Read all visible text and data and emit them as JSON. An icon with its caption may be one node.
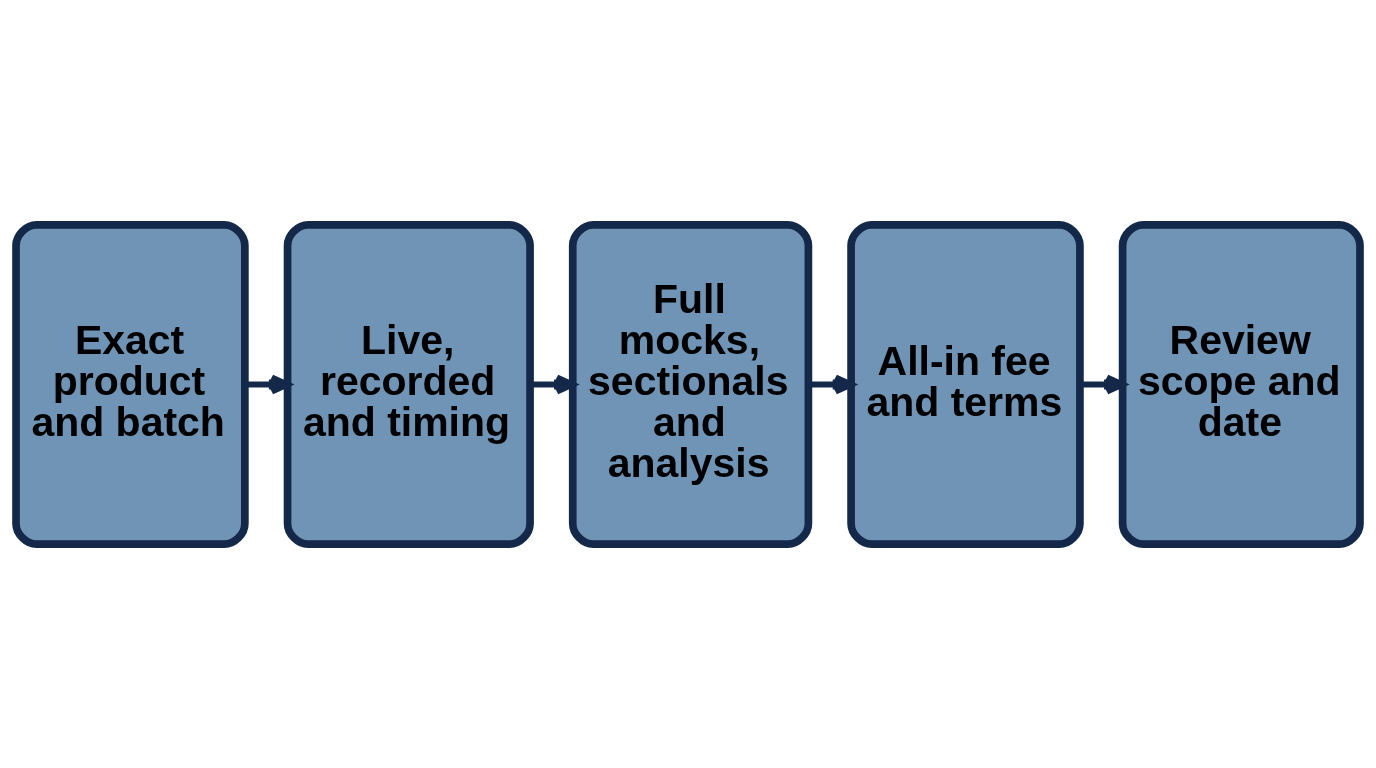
{
  "diagram": {
    "nodes": [
      {
        "text": [
          "Exact product and batch"
        ]
      },
      {
        "text": [
          "Live, recorded and timing"
        ]
      },
      {
        "text": [
          "Full mocks, sectionals and analysis"
        ]
      },
      {
        "text": [
          "All-in fee and terms"
        ]
      },
      {
        "text": [
          "Review scope and date"
        ]
      }
    ],
    "edges": [
      {
        "from": 0,
        "to": 1,
        "arrow": "to"
      },
      {
        "from": 1,
        "to": 2,
        "arrow": "to"
      },
      {
        "from": 2,
        "to": 3,
        "arrow": "to"
      },
      {
        "from": 3,
        "to": 4,
        "arrow": "to"
      }
    ]
  }
}
